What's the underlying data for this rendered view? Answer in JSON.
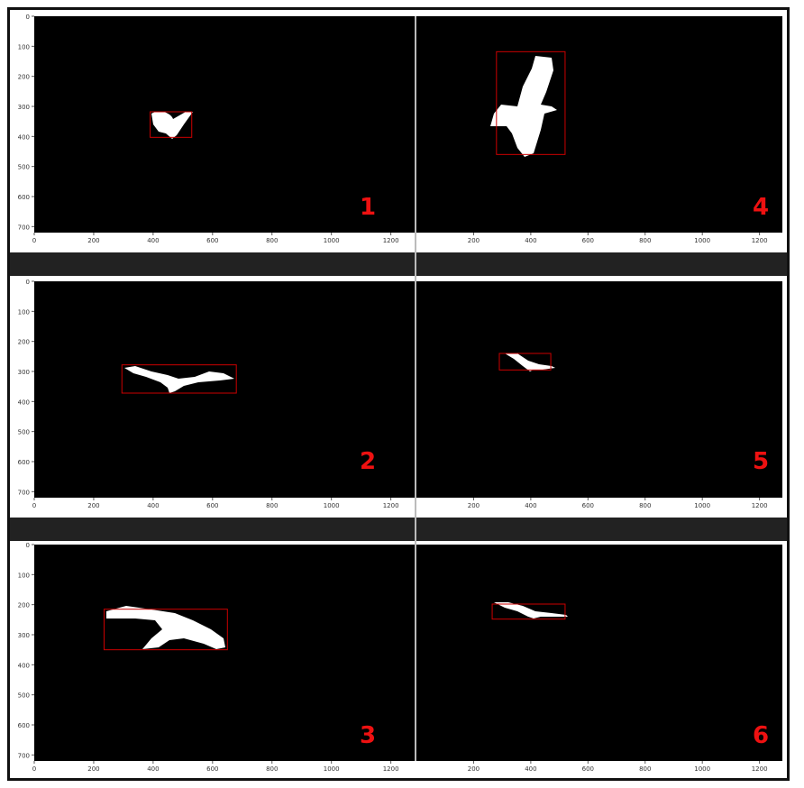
{
  "panels": [
    {
      "number": "1",
      "box": {
        "x0": 390,
        "y0": 318,
        "x1": 530,
        "y1": 403
      }
    },
    {
      "number": "2",
      "box": {
        "x0": 295,
        "y0": 278,
        "x1": 680,
        "y1": 372
      }
    },
    {
      "number": "3",
      "box": {
        "x0": 235,
        "y0": 215,
        "x1": 650,
        "y1": 350
      }
    },
    {
      "number": "4",
      "box": {
        "x0": 280,
        "y0": 118,
        "x1": 520,
        "y1": 460
      }
    },
    {
      "number": "5",
      "box": {
        "x0": 290,
        "y0": 240,
        "x1": 470,
        "y1": 295
      }
    },
    {
      "number": "6",
      "box": {
        "x0": 265,
        "y0": 198,
        "x1": 520,
        "y1": 248
      }
    }
  ],
  "xticks": [
    0,
    200,
    400,
    600,
    800,
    1000,
    1200
  ],
  "xticks_right": [
    200,
    400,
    600,
    800,
    1000,
    1200
  ],
  "yticks": [
    0,
    100,
    200,
    300,
    400,
    500,
    600,
    700
  ],
  "colors": {
    "frame": "#111111",
    "image_bg": "#000000",
    "mask": "#ffffff",
    "box": "#cc0000",
    "number": "#ee1111",
    "separator": "#222222",
    "tick_text": "#333333"
  }
}
